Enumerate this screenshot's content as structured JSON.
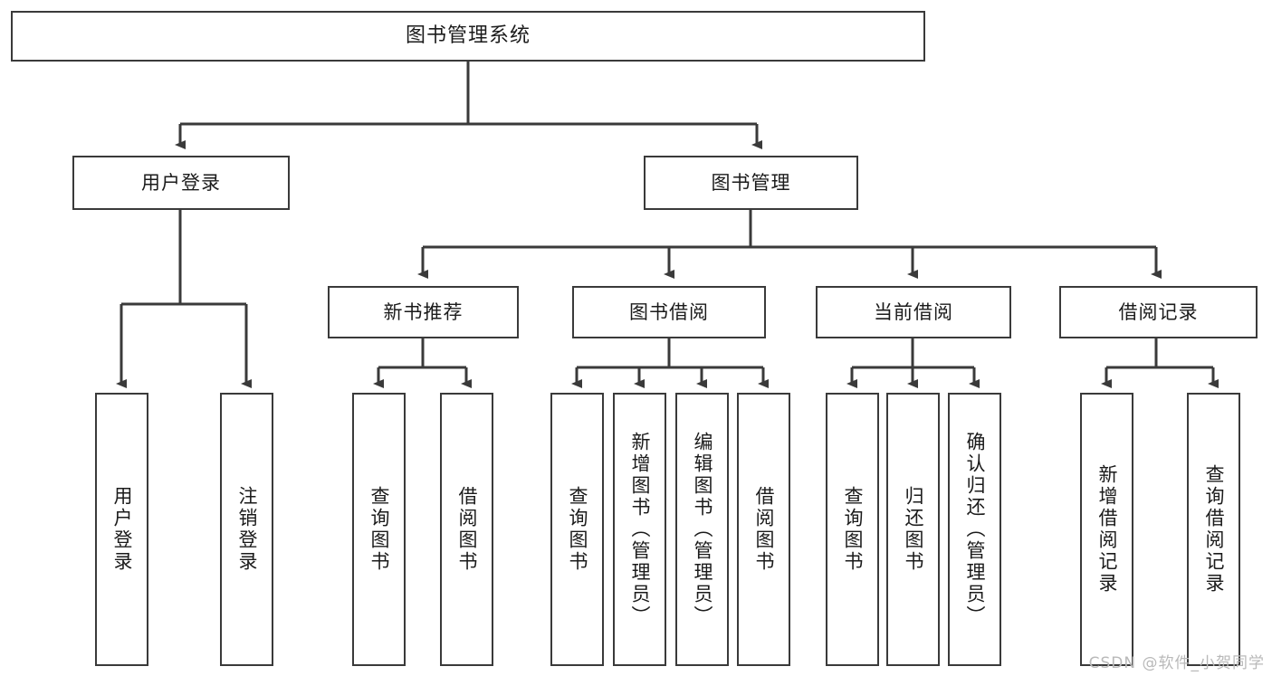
{
  "diagram": {
    "title": "图书管理系统",
    "watermark": "CSDN @软件_小贺同学",
    "style": {
      "box_border_color": "#3a3a3a",
      "box_fill_color": "#ffffff",
      "edge_color": "#3a3a3a",
      "text_color": "#1b1b1b",
      "watermark_color": "#b9b9b9",
      "background": "#ffffff"
    },
    "nodes": {
      "root": {
        "label": "图书管理系统"
      },
      "level2": [
        {
          "id": "user-login",
          "label": "用户登录"
        },
        {
          "id": "book-manage",
          "label": "图书管理"
        }
      ],
      "level3": [
        {
          "id": "new-book-recommend",
          "label": "新书推荐"
        },
        {
          "id": "book-borrow",
          "label": "图书借阅"
        },
        {
          "id": "current-borrow",
          "label": "当前借阅"
        },
        {
          "id": "borrow-record",
          "label": "借阅记录"
        }
      ],
      "leaves": {
        "user-login": [
          {
            "id": "login",
            "label": "用户登录"
          },
          {
            "id": "logout",
            "label": "注销登录"
          }
        ],
        "new-book-recommend": [
          {
            "id": "query-book-1",
            "label": "查询图书"
          },
          {
            "id": "borrow-book-1",
            "label": "借阅图书"
          }
        ],
        "book-borrow": [
          {
            "id": "query-book-2",
            "label": "查询图书"
          },
          {
            "id": "add-book",
            "label": "新增图书（管理员）"
          },
          {
            "id": "edit-book",
            "label": "编辑图书（管理员）"
          },
          {
            "id": "borrow-book-2",
            "label": "借阅图书"
          }
        ],
        "current-borrow": [
          {
            "id": "query-book-3",
            "label": "查询图书"
          },
          {
            "id": "return-book",
            "label": "归还图书"
          },
          {
            "id": "confirm-return",
            "label": "确认归还（管理员）"
          }
        ],
        "borrow-record": [
          {
            "id": "add-record",
            "label": "新增借阅记录"
          },
          {
            "id": "query-record",
            "label": "查询借阅记录"
          }
        ]
      }
    }
  }
}
